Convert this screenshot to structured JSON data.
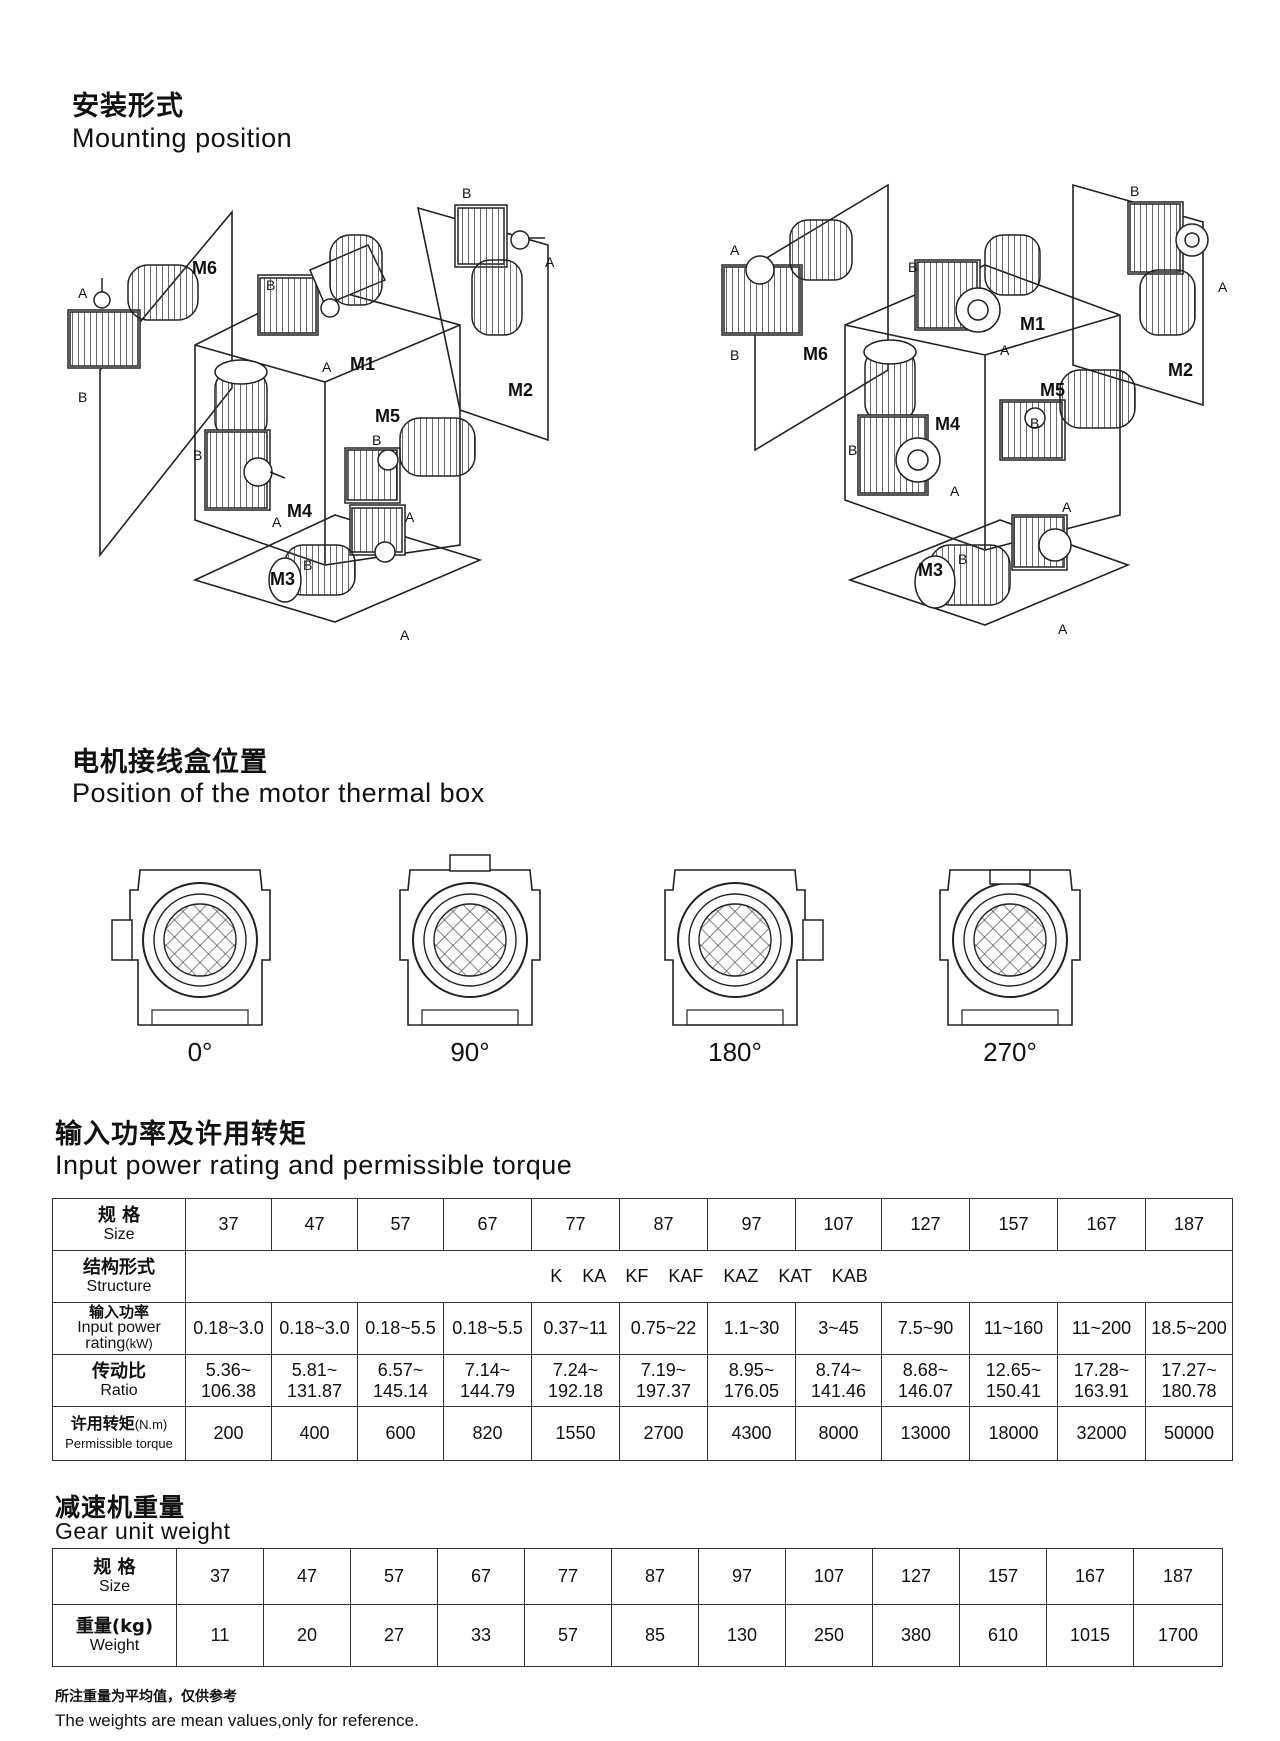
{
  "mounting": {
    "title_cn": "安装形式",
    "title_en": "Mounting position",
    "positions": [
      "M1",
      "M2",
      "M3",
      "M4",
      "M5",
      "M6"
    ],
    "shaft_labels": [
      "A",
      "B"
    ]
  },
  "thermal": {
    "title_cn": "电机接线盒位置",
    "title_en": "Position of the motor thermal box",
    "angles": [
      "0°",
      "90°",
      "180°",
      "270°"
    ]
  },
  "power": {
    "title_cn": "输入功率及许用转矩",
    "title_en": "Input power rating and permissible torque",
    "size_label_cn": "规 格",
    "size_label_en": "Size",
    "sizes": [
      "37",
      "47",
      "57",
      "67",
      "77",
      "87",
      "97",
      "107",
      "127",
      "157",
      "167",
      "187"
    ],
    "structure_label_cn": "结构形式",
    "structure_label_en": "Structure",
    "structure_value": "K    KA    KF    KAF    KAZ    KAT    KAB",
    "input_label_cn": "输入功率",
    "input_label_en": "Input power",
    "input_label_en2": "rating",
    "input_unit": "(kW)",
    "input_values": [
      "0.18~3.0",
      "0.18~3.0",
      "0.18~5.5",
      "0.18~5.5",
      "0.37~11",
      "0.75~22",
      "1.1~30",
      "3~45",
      "7.5~90",
      "11~160",
      "11~200",
      "18.5~200"
    ],
    "ratio_label_cn": "传动比",
    "ratio_label_en": "Ratio",
    "ratio_min": [
      "5.36~",
      "5.81~",
      "6.57~",
      "7.14~",
      "7.24~",
      "7.19~",
      "8.95~",
      "8.74~",
      "8.68~",
      "12.65~",
      "17.28~",
      "17.27~"
    ],
    "ratio_max": [
      "106.38",
      "131.87",
      "145.14",
      "144.79",
      "192.18",
      "197.37",
      "176.05",
      "141.46",
      "146.07",
      "150.41",
      "163.91",
      "180.78"
    ],
    "torque_label_cn": "许用转矩",
    "torque_unit": "(N.m)",
    "torque_label_en": "Permissible torque",
    "torque_values": [
      "200",
      "400",
      "600",
      "820",
      "1550",
      "2700",
      "4300",
      "8000",
      "13000",
      "18000",
      "32000",
      "50000"
    ]
  },
  "weight": {
    "title_cn": "减速机重量",
    "title_en": "Gear unit weight",
    "size_label_cn": "规 格",
    "size_label_en": "Size",
    "sizes": [
      "37",
      "47",
      "57",
      "67",
      "77",
      "87",
      "97",
      "107",
      "127",
      "157",
      "167",
      "187"
    ],
    "weight_label_cn": "重量(kg)",
    "weight_label_en": "Weight",
    "weights": [
      "11",
      "20",
      "27",
      "33",
      "57",
      "85",
      "130",
      "250",
      "380",
      "610",
      "1015",
      "1700"
    ],
    "note_cn": "所注重量为平均值，仅供参考",
    "note_en": "The weights are mean values,only for reference."
  }
}
